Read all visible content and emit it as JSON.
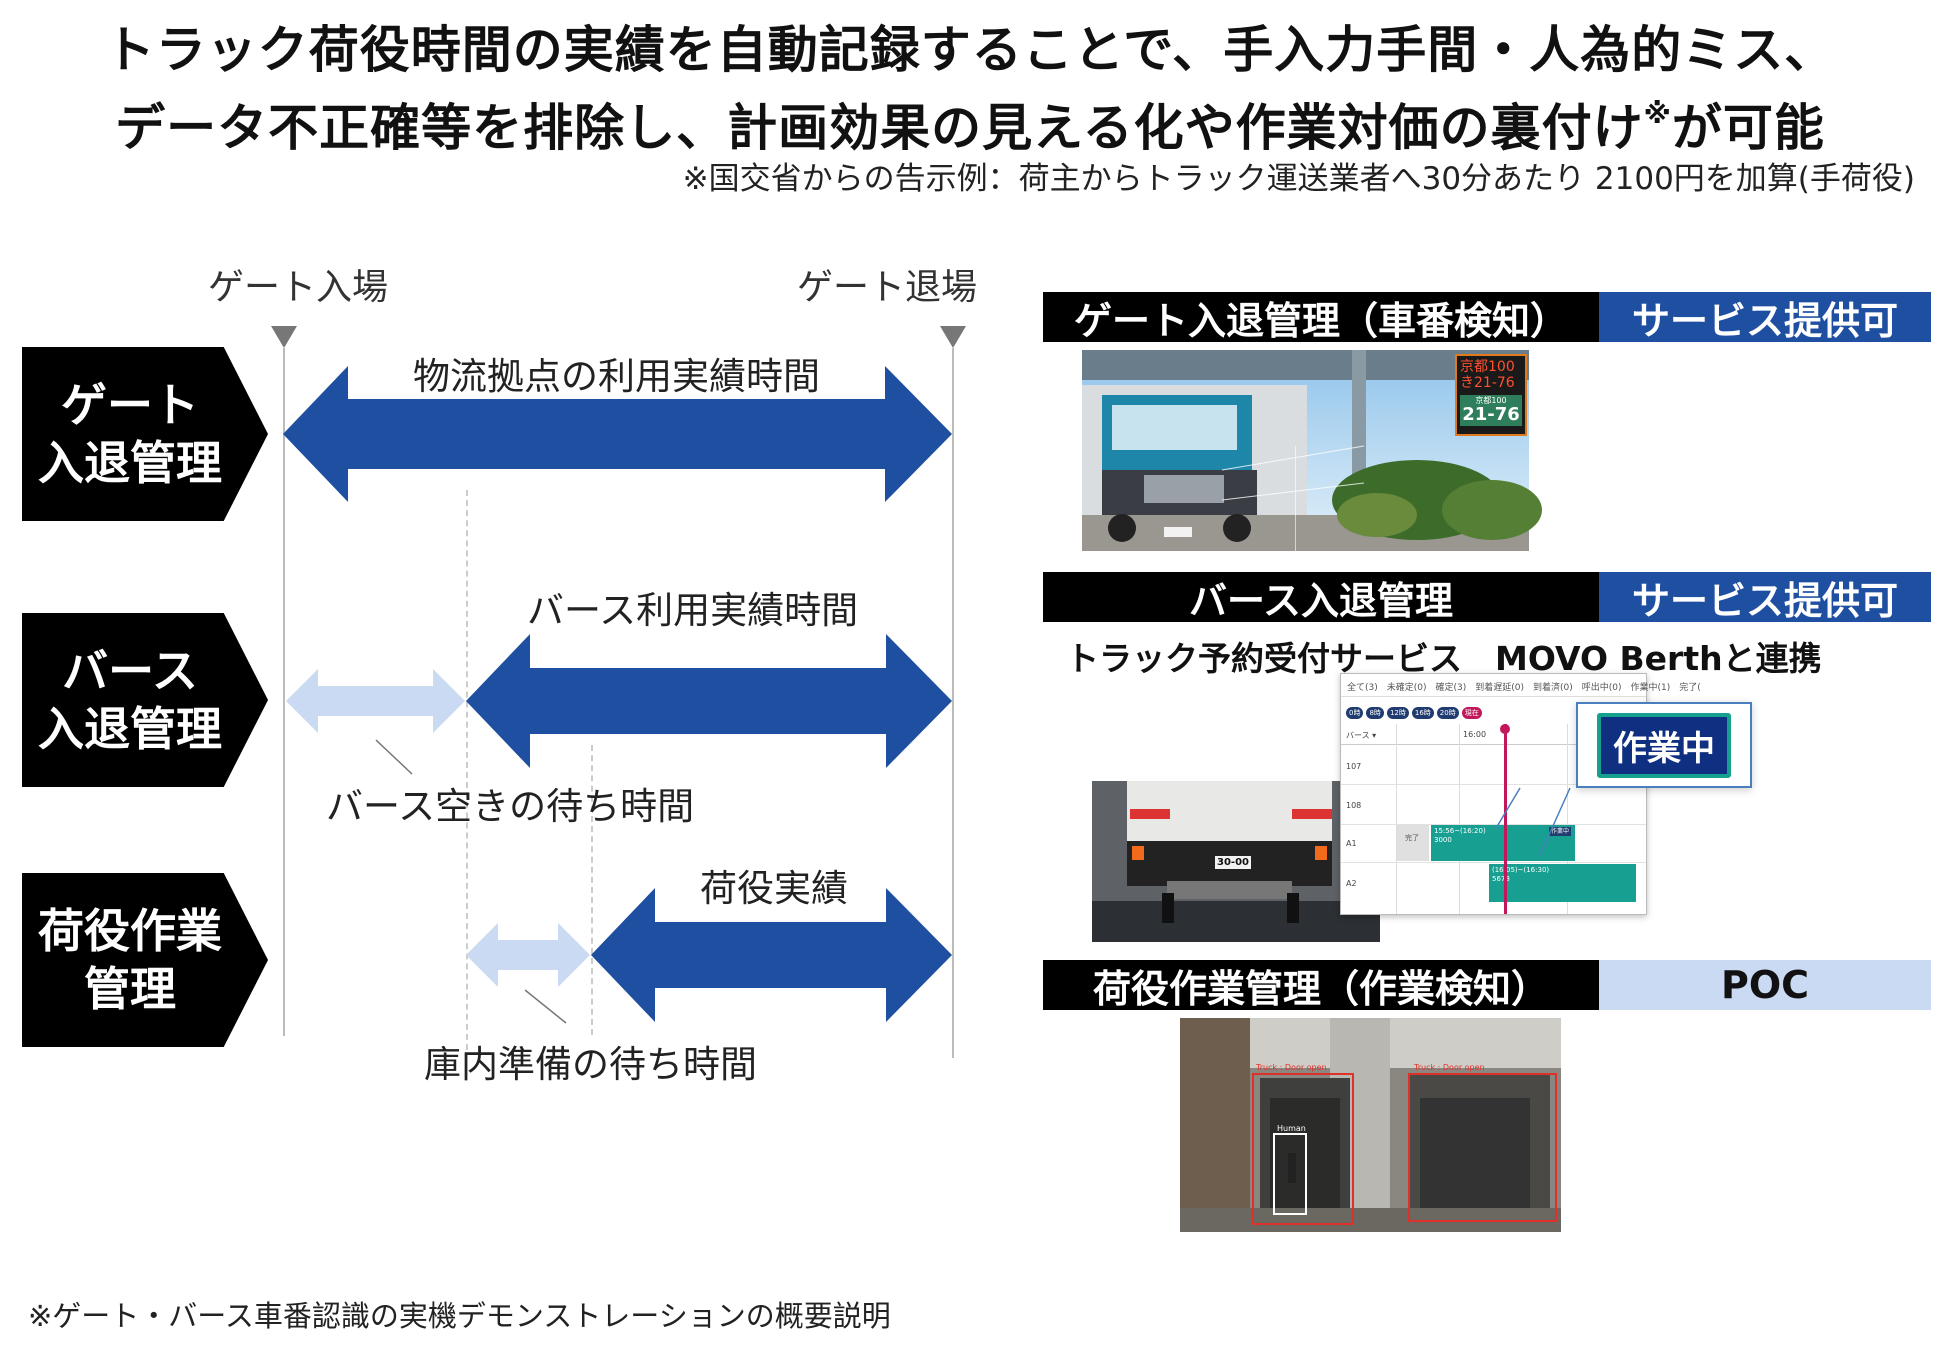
{
  "header": {
    "title_line1": "トラック荷役時間の実績を自動記録することで、手入力手間・人為的ミス、",
    "title_line2": "データ不正確等を排除し、計画効果の見える化や作業対価の裏付け",
    "title_line2_mark": "※",
    "title_line2_end": "が可能",
    "note": "※国交省からの告示例：荷主からトラック運送業者へ30分あたり 2100円を加算(手荷役)"
  },
  "timeline": {
    "gate_in": "ゲート入場",
    "gate_out": "ゲート退場",
    "rows": [
      {
        "label_line1": "ゲート",
        "label_line2": "入退管理"
      },
      {
        "label_line1": "バース",
        "label_line2": "入退管理"
      },
      {
        "label_line1": "荷役作業",
        "label_line2": "管理"
      }
    ],
    "arrows": {
      "site_usage": "物流拠点の利用実績時間",
      "berth_usage": "バース利用実績時間",
      "berth_wait": "バース空きの待ち時間",
      "handling": "荷役実績",
      "prep_wait": "庫内準備の待ち時間"
    }
  },
  "services": [
    {
      "name": "ゲート入退管理（車番検知）",
      "status": "サービス提供可",
      "status_color": "#1f4fa0"
    },
    {
      "name": "バース入退管理",
      "status": "サービス提供可",
      "status_color": "#1f4fa0"
    },
    {
      "name": "荷役作業管理（作業検知）",
      "status": "POC",
      "status_color": "#c9daf2"
    }
  ],
  "berth_caption": "トラック予約受付サービス　MOVO Berthと連携",
  "plate": {
    "line1": "京都100",
    "line2": "き21-76",
    "small": "京都100",
    "big": "21-76"
  },
  "rear_plate": "30-00",
  "schedule": {
    "filters": "全て(3)　未確定(0)　確定(3)　到着遅延(0)　到着済(0)　呼出中(0)　作業中(1)　完了(",
    "pills": [
      "0時",
      "8時",
      "12時",
      "16時",
      "20時",
      "現在"
    ],
    "berth_header": "バース ▾",
    "time_label": "16:00",
    "rows": [
      "107",
      "108",
      "A1",
      "A2"
    ],
    "done_tag": "完了",
    "block1_time": "15:56~(16:20)",
    "block1_num": "3000",
    "block1_tag": "作業中",
    "block2_time": "(16:05)~(16:30)",
    "block2_num": "5678",
    "callout": "作業中"
  },
  "detection": {
    "label1": "Truck : Door open",
    "label2": "Human",
    "label3": "Truck : Door open"
  },
  "footnote": "※ゲート・バース車番認識の実機デモンストレーションの概要説明"
}
